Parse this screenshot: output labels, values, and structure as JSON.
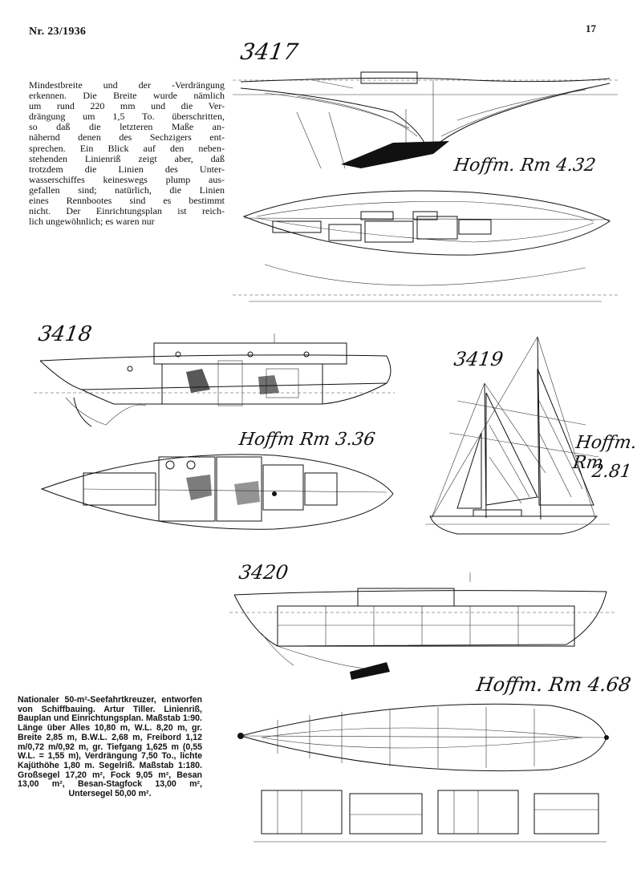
{
  "page": {
    "issue": "Nr. 23/1936",
    "page_number": "17"
  },
  "body_text": {
    "lines": [
      "Mindestbreite und der -Verdrängung",
      "erkennen. Die Breite wurde nämlich",
      "um rund 220 mm und die Ver-",
      "drängung um 1,5 To. überschritten,",
      "so daß die letzteren Maße an-",
      "nähernd denen des Sechzigers ent-",
      "sprechen. Ein Blick auf den neben-",
      "stehenden Linienriß zeigt aber, daß",
      "trotzdem die Linien des Unter-",
      "wasserschiffes keineswegs plump aus-",
      "gefallen sind; natürlich, die Linien",
      "eines Rennbootes sind es bestimmt",
      "nicht. Der Einrichtungsplan ist reich-",
      "lich ungewöhnlich; es waren nur"
    ]
  },
  "figures": {
    "fig1": {
      "number": "3417",
      "note": "Hoffm. Rm 4.32"
    },
    "fig2": {
      "number": "3418",
      "note": "Hoffm Rm 3.36"
    },
    "fig3": {
      "number": "3419",
      "note_line1": "Hoffm. Rm",
      "note_line2": "2.81"
    },
    "fig4": {
      "number": "3420",
      "note": "Hoffm. Rm 4.68"
    }
  },
  "caption": {
    "text": "Nationaler 50-m²-Seefahrtkreuzer, entworfen von Schiffbauing. Artur Tiller. Linienriß, Bauplan und Einrichtungsplan. Maßstab 1:90. Länge über Alles 10,80 m, W.L. 8,20 m, gr. Breite 2,85 m, B.W.L. 2,68 m, Freibord 1,12 m/0,72 m/0,92 m, gr. Tiefgang 1,625 m (0,55 W.L. = 1,55 m), Verdrängung 7,50 To., lichte Kajüthöhe 1,80 m. Segelriß. Maßstab 1:180. Großsegel 17,20 m², Fock 9,05 m², Besan 13,00 m², Besan-Stagfock 13,00 m², Untersegel 50,00 m²."
  }
}
